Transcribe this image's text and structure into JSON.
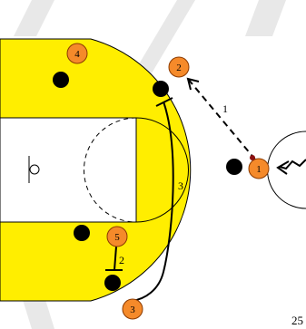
{
  "diagram": {
    "offense": [
      {
        "id": "player-1",
        "label": "1"
      },
      {
        "id": "player-2",
        "label": "2"
      },
      {
        "id": "player-3",
        "label": "3"
      },
      {
        "id": "player-4",
        "label": "4"
      },
      {
        "id": "player-5",
        "label": "5"
      }
    ],
    "defenders_count": 5,
    "actions": [
      {
        "id": "action-1",
        "label": "1",
        "type": "pass"
      },
      {
        "id": "action-2",
        "label": "2",
        "type": "screen"
      },
      {
        "id": "action-3",
        "label": "3",
        "type": "cut"
      }
    ],
    "page_number": "25",
    "colors": {
      "court_paint": "#ffee00",
      "offense_fill": "#f58a2a",
      "offense_stroke": "#8b3a00",
      "defense": "#000000",
      "watermark": "#d0d0d0"
    }
  }
}
